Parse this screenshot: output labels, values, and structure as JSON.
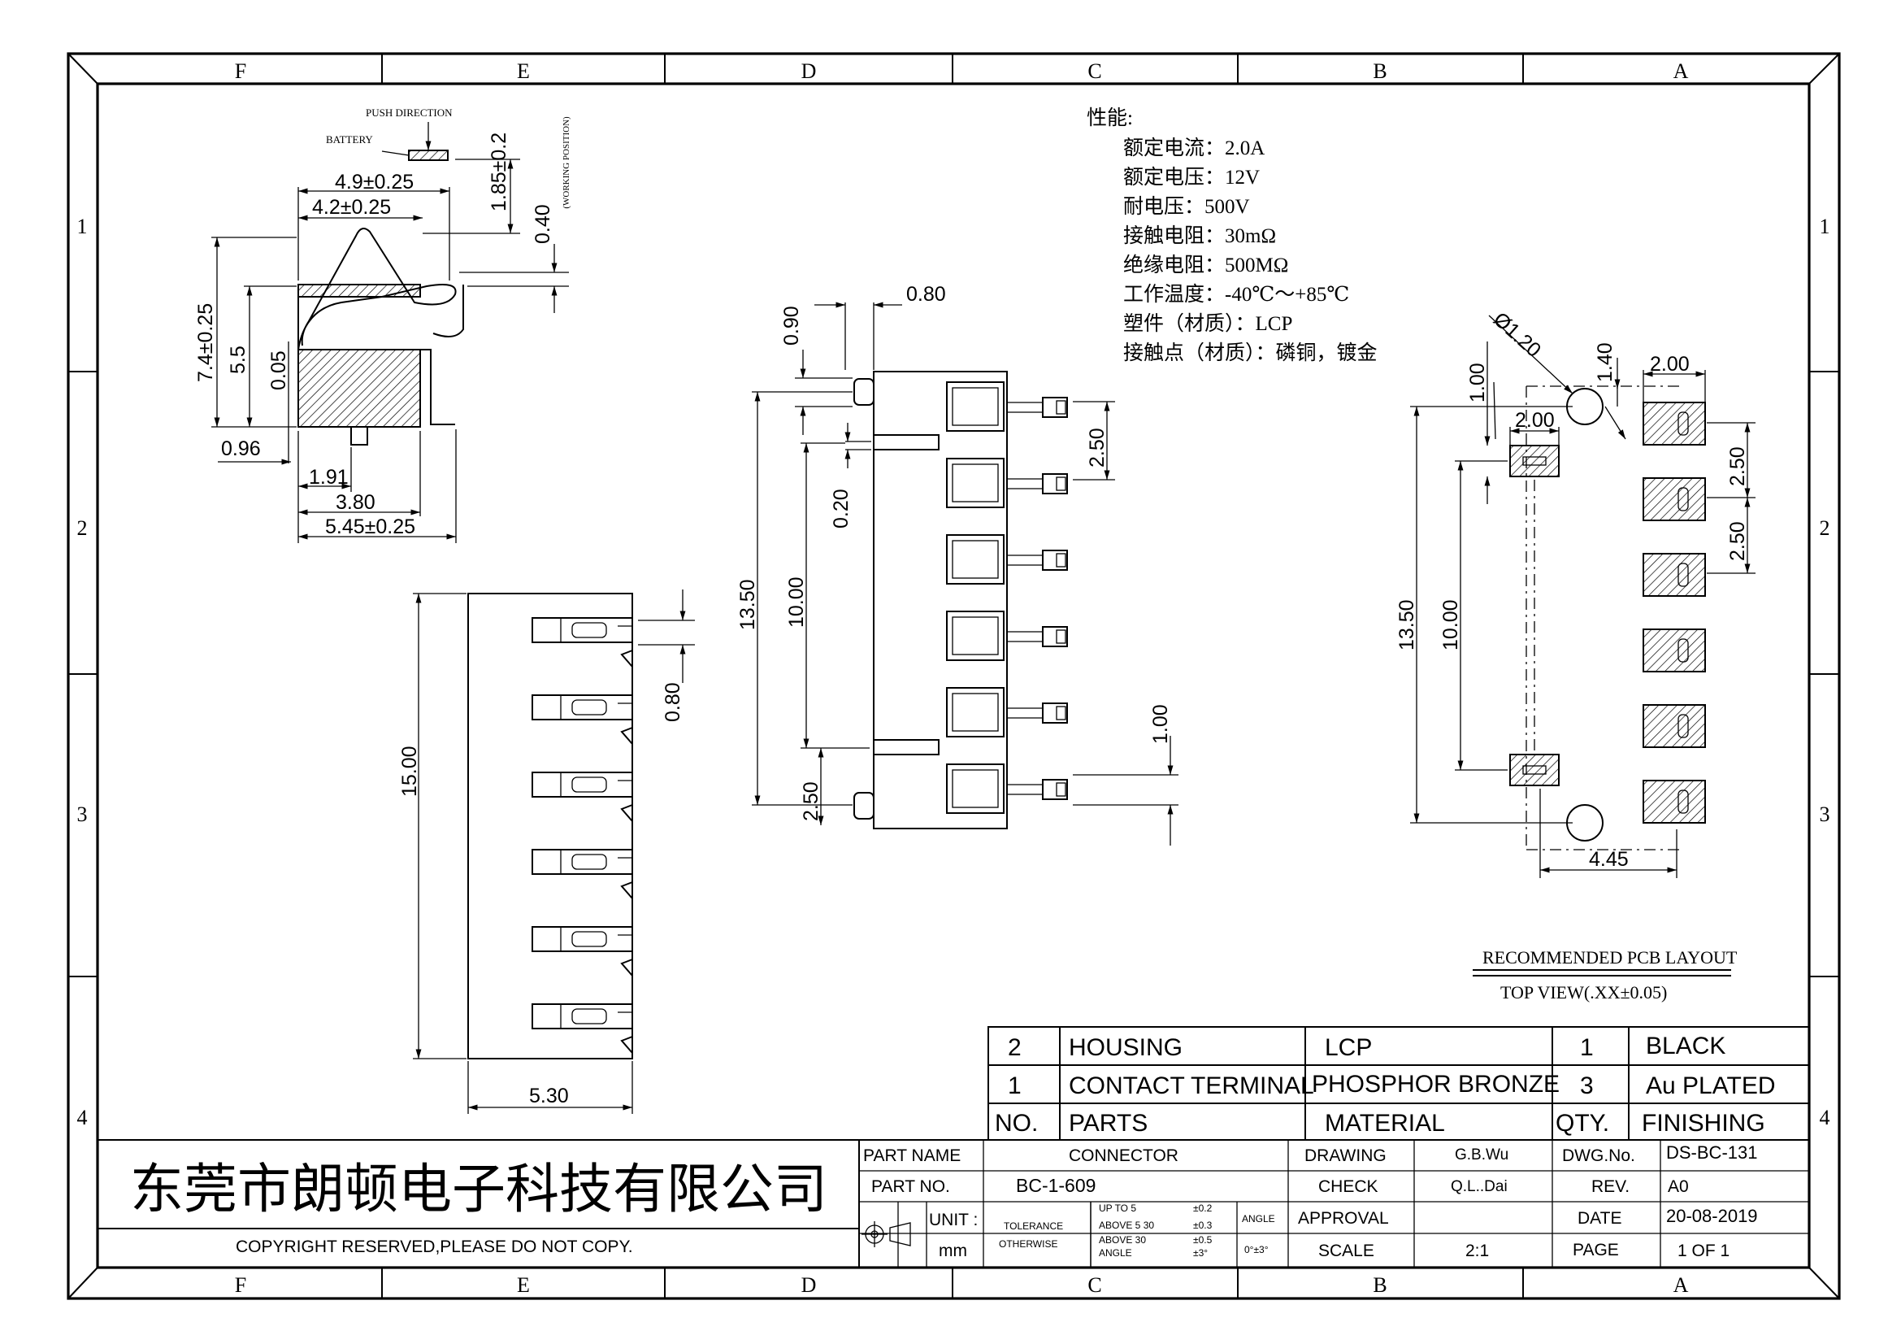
{
  "grid": {
    "columns": [
      "F",
      "E",
      "D",
      "C",
      "B",
      "A"
    ],
    "rows": [
      "1",
      "2",
      "3",
      "4"
    ]
  },
  "specs": {
    "heading": "性能:",
    "items": [
      "额定电流：2.0A",
      "额定电压：12V",
      "耐电压：500V",
      "接触电阻：30mΩ",
      "绝缘电阻：500MΩ",
      "工作温度：-40℃～+85℃",
      "塑件（材质）：LCP",
      "接触点（材质）：磷铜，镀金"
    ]
  },
  "side_view": {
    "push_direction": "PUSH DIRECTION",
    "battery": "BATTERY",
    "working_position": "(WORKING POSITION)",
    "dims": {
      "top_outer": "4.9±0.25",
      "top_inner": "4.2±0.25",
      "push_travel": "1.85±0.2",
      "preload": "0.40",
      "total_height": "7.4±0.25",
      "body_height": "5.5",
      "offset": "0.05",
      "standoff": "0.96",
      "post": "1.91",
      "body_len": "3.80",
      "overall_len": "5.45±0.25"
    }
  },
  "front_view": {
    "dims": {
      "height": "15.00",
      "width": "5.30",
      "pin_w": "0.80"
    }
  },
  "top_view": {
    "dims": {
      "lead_w": "0.80",
      "edge": "0.90",
      "pitch": "2.50",
      "slot": "0.20",
      "overall": "13.50",
      "peg_span": "10.00",
      "bottom_pitch": "2.50",
      "pad": "1.00"
    }
  },
  "pcb": {
    "dims": {
      "hole_dia": "Ø1.20",
      "offset": "1.40",
      "pad_w": "2.00",
      "peg_pad_w": "2.00",
      "peg_pad_h": "1.00",
      "pitch_a": "2.50",
      "pitch_b": "2.50",
      "overall": "13.50",
      "peg_span": "10.00",
      "x_offset": "4.45"
    },
    "title": "RECOMMENDED PCB LAYOUT",
    "subtitle": "TOP VIEW(.XX±0.05)"
  },
  "bom": {
    "rows": [
      {
        "no": "2",
        "part": "HOUSING",
        "material": "LCP",
        "qty": "1",
        "finish": "BLACK"
      },
      {
        "no": "1",
        "part": "CONTACT TERMINAL",
        "material": "PHOSPHOR BRONZE",
        "qty": "3",
        "finish": "Au PLATED"
      }
    ],
    "header": {
      "no": "NO.",
      "part": "PARTS",
      "material": "MATERIAL",
      "qty": "QTY.",
      "finish": "FINISHING"
    }
  },
  "title_block": {
    "company": "东莞市朗顿电子科技有限公司",
    "copyright": "COPYRIGHT RESERVED,PLEASE DO NOT COPY.",
    "part_name_label": "PART NAME",
    "part_name": "CONNECTOR",
    "part_no_label": "PART NO.",
    "part_no": "BC-1-609",
    "unit_label": "UNIT :",
    "unit": "mm",
    "tolerance": "TOLERANCE",
    "otherwise": "OTHERWISE",
    "tol_up_to_5": "UP TO 5",
    "tol_above_5": "ABOVE 5 30",
    "tol_above_30": "ABOVE 30",
    "tol_angle_lbl": "ANGLE",
    "tol_v1": "±0.2",
    "tol_v2": "±0.3",
    "tol_v3": "±0.5",
    "tol_v4": "±3°",
    "angle_label": "ANGLE",
    "angle_value": "0°±3°",
    "drawing_label": "DRAWING",
    "drawing": "G.B.Wu",
    "check_label": "CHECK",
    "check": "Q.L..Dai",
    "approval_label": "APPROVAL",
    "approval": "",
    "scale_label": "SCALE",
    "scale": "2:1",
    "dwg_no_label": "DWG.No.",
    "dwg_no": "DS-BC-131",
    "rev_label": "REV.",
    "rev": "A0",
    "date_label": "DATE",
    "date": "20-08-2019",
    "page_label": "PAGE",
    "page": "1 OF 1"
  }
}
